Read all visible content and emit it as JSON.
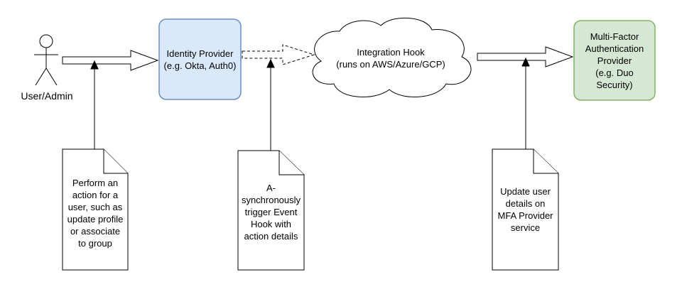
{
  "actor": {
    "label": "User/Admin"
  },
  "nodes": {
    "identity_provider": {
      "lines": [
        "Identity Provider",
        "(e.g. Okta, Auth0)"
      ],
      "fill": "#dae8fc",
      "stroke": "#6c8ebf"
    },
    "integration_hook": {
      "lines": [
        "Integration Hook",
        "(runs on AWS/Azure/GCP)"
      ]
    },
    "mfa_provider": {
      "lines": [
        "Multi-Factor",
        "Authentication",
        "Provider",
        "(e.g. Duo",
        "Security)"
      ],
      "fill": "#d5e8d4",
      "stroke": "#82b366"
    }
  },
  "notes": {
    "note1": {
      "lines": [
        "Perform an",
        "action for a",
        "user, such as",
        "update profile",
        "or associate",
        "to group"
      ]
    },
    "note2": {
      "lines": [
        "A-",
        "synchronously",
        "trigger Event",
        "Hook with",
        "action details"
      ]
    },
    "note3": {
      "lines": [
        "Update user",
        "details on",
        "MFA Provider",
        "service"
      ]
    }
  },
  "edges": [
    {
      "from": "User/Admin",
      "to": "Identity Provider",
      "style": "solid"
    },
    {
      "from": "Identity Provider",
      "to": "Integration Hook",
      "style": "dashed"
    },
    {
      "from": "Integration Hook",
      "to": "Multi-Factor Authentication Provider",
      "style": "solid"
    }
  ]
}
